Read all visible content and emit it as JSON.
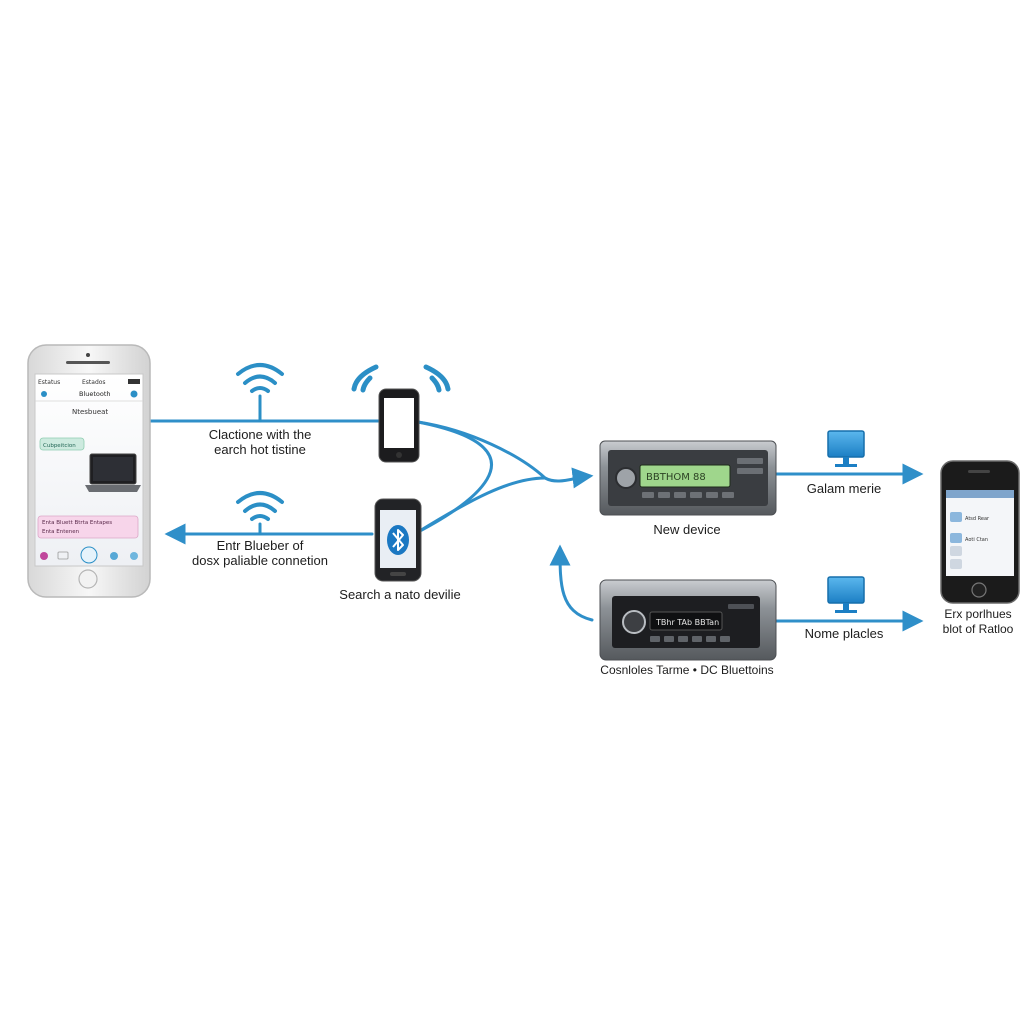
{
  "colors": {
    "accent_blue": "#2b8fc6",
    "arrow_blue": "#2f8fc9",
    "radio_body": "#6f7479",
    "radio_display": "#9fd68c",
    "phone_frame": "#e9e9e9",
    "dark_phone": "#1b1b1b"
  },
  "left_phone": {
    "status_left": "Estatus",
    "status_center": "Estados",
    "title": "Bluetooth",
    "heading": "Ntesbueat",
    "chip_label": "Cubpeitcion",
    "bottom_row": "Enta Bluett Btrta Entapes",
    "bottom_row_sub": "Enta Entenen"
  },
  "labels": {
    "top_left_line1": "Clactione with the",
    "top_left_line2": "earch hot tistine",
    "bottom_left_line1": "Entr Blueber of",
    "bottom_left_line2": "dosx paliable connetion",
    "search_phone": "Search a nato devilie",
    "new_device": "New device",
    "top_right": "Galam merie",
    "bottom_right": "Nome placles",
    "bottom_radio": "Cosnloles Tarme • DC Bluettoins",
    "far_right_line1": "Erx porlhues",
    "far_right_line2": "blot of Ratloo"
  },
  "top_radio_display": "BBTHOM 88",
  "bottom_radio_display": "TBhr TAb BBTan",
  "right_phone": {
    "row1": "Atsd Rear",
    "row2": "Aoti Ctan"
  },
  "icons": [
    "wifi-icon",
    "bluetooth-icon",
    "monitor-icon",
    "laptop-icon",
    "arrow-icon"
  ]
}
